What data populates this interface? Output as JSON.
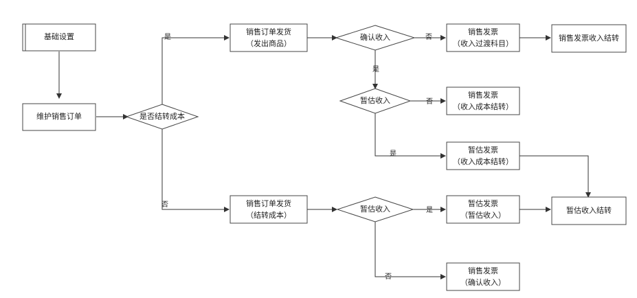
{
  "nodes": {
    "basic_settings": [
      "基础设置"
    ],
    "maintain_order": [
      "维护销售订单"
    ],
    "yesno_decision": [
      "是否结转成本"
    ],
    "ship_goods": [
      "销售订单发货",
      "（发出商品）"
    ],
    "ship_cost": [
      "销售订单发货",
      "（结转成本）"
    ],
    "confirm_revenue": [
      "确认收入"
    ],
    "estimate_revenue_a": [
      "暂估收入"
    ],
    "estimate_revenue_b": [
      "暂估收入"
    ],
    "invoice_transition": [
      "销售发票",
      "（收入过渡科目）"
    ],
    "invoice_revenue_cost": [
      "销售发票",
      "（收入成本结转）"
    ],
    "est_invoice_cost": [
      "暂估发票",
      "（收入成本结转）"
    ],
    "est_invoice_est": [
      "暂估发票",
      "（暂估收入）"
    ],
    "invoice_confirm": [
      "销售发票",
      "（确认收入）"
    ],
    "invoice_carryover": [
      "销售发票收入结转"
    ],
    "est_carryover": [
      "暂估收入结转"
    ]
  },
  "edge_labels": {
    "yes_top": "是",
    "no_bottom": "否",
    "confirm_no": "否",
    "confirm_yes": "是",
    "est_a_no": "否",
    "est_a_yes": "是",
    "est_b_yes": "是",
    "est_b_no": "否"
  }
}
